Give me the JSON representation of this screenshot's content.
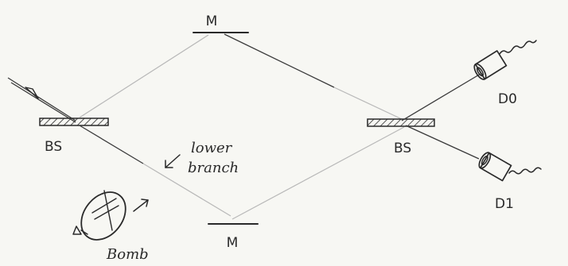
{
  "labels": {
    "mirror_top": "M",
    "mirror_bottom": "M",
    "splitter_left": "BS",
    "splitter_right": "BS",
    "detector_0": "D0",
    "detector_1": "D1",
    "lower_branch_line1": "lower",
    "lower_branch_line2": "branch",
    "bomb": "Bomb"
  },
  "icons": {
    "bomb": "bomb-icon",
    "detector_0": "detector-icon",
    "detector_1": "detector-icon"
  },
  "colors": {
    "ink": "#2a2a2a",
    "faint_beam": "#b8b8b8",
    "paper": "#f7f7f3"
  }
}
